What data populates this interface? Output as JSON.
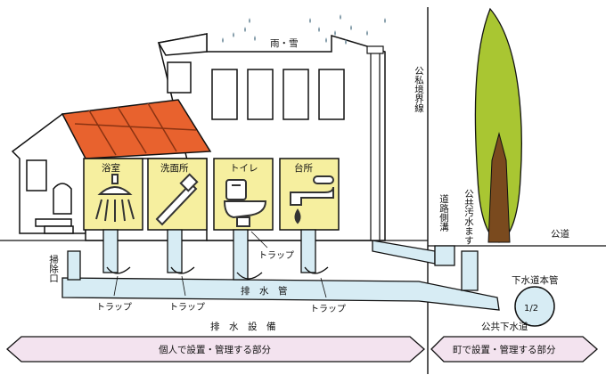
{
  "labels": {
    "rain_snow": "雨・雪",
    "boundary": "公私境界線",
    "road_gutter": "道路側溝",
    "public_sewer_pipe_vertical": "公共汚水ます",
    "public_road": "公道",
    "cleanout": "掃除口",
    "main_sewer": "下水道本管",
    "drain_pipe": "排　水　管",
    "drainage_equipment": "排　水　設　備",
    "public_sewerage": "公共下水道",
    "trap": "トラップ",
    "main_pipe_ratio": "1/2"
  },
  "fixtures": [
    {
      "name": "浴室",
      "icon": "shower-icon"
    },
    {
      "name": "洗面所",
      "icon": "toothbrush-icon"
    },
    {
      "name": "トイレ",
      "icon": "toilet-icon"
    },
    {
      "name": "台所",
      "icon": "faucet-icon"
    }
  ],
  "sections": {
    "private": "個人で設置・管理する部分",
    "public": "町で設置・管理する部分"
  },
  "colors": {
    "roof": "#e8622e",
    "fixture_panel": "#f6ef9f",
    "pipe": "#d7ecf4",
    "tree": "#a9c632",
    "trunk": "#7a4a1e",
    "arrow": "#f3e3ef"
  }
}
